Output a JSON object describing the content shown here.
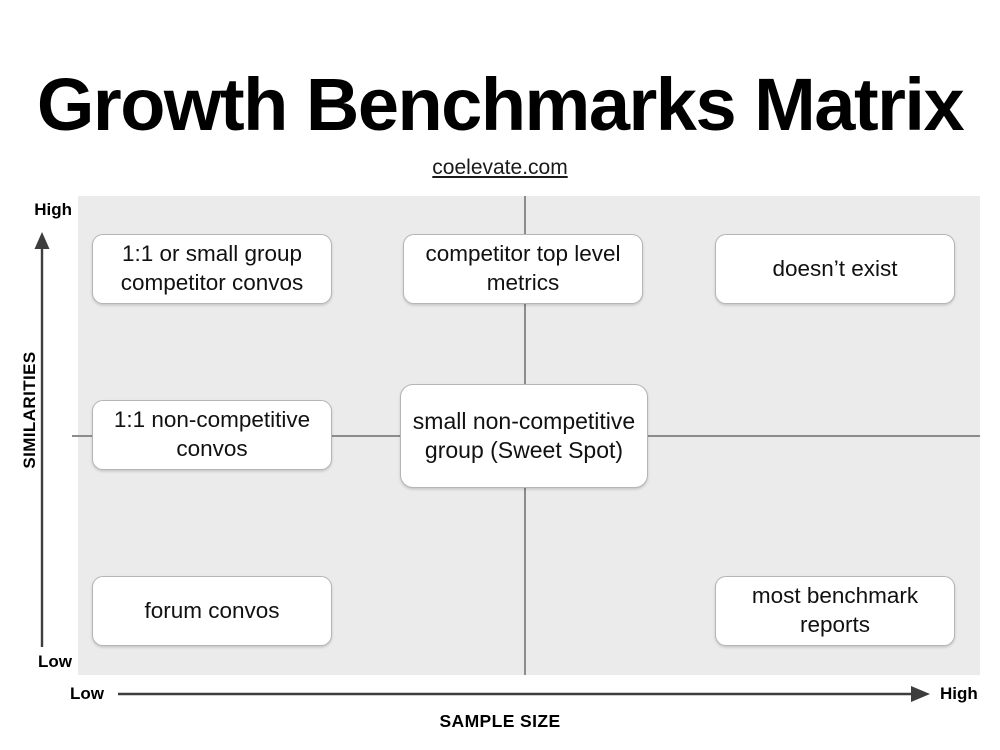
{
  "header": {
    "title": "Growth Benchmarks Matrix",
    "subtitle": "coelevate.com"
  },
  "axes": {
    "y": {
      "title": "SIMILARITIES",
      "high_label": "High",
      "low_label": "Low",
      "arrow_icon": "arrow-up-icon"
    },
    "x": {
      "title": "SAMPLE SIZE",
      "low_label": "Low",
      "high_label": "High",
      "arrow_icon": "arrow-right-icon"
    }
  },
  "matrix": {
    "background_color": "#ebebeb",
    "divider_color": "#8c8c8c",
    "card_background": "#ffffff",
    "card_border_color": "#b5b5b5",
    "cards": [
      {
        "id": "top-left",
        "label": "1:1 or small group competitor convos"
      },
      {
        "id": "top-center",
        "label": "competitor top level metrics"
      },
      {
        "id": "top-right",
        "label": "doesn’t exist"
      },
      {
        "id": "middle-left",
        "label": "1:1 non-competitive convos"
      },
      {
        "id": "middle-center",
        "label": "small non-competitive group (Sweet Spot)"
      },
      {
        "id": "bottom-left",
        "label": "forum convos"
      },
      {
        "id": "bottom-right",
        "label": "most benchmark reports"
      }
    ]
  },
  "chart_data": {
    "type": "scatter",
    "title": "Growth Benchmarks Matrix",
    "subtitle": "coelevate.com",
    "xlabel": "SAMPLE SIZE",
    "ylabel": "SIMILARITIES",
    "xlim": [
      "Low",
      "High"
    ],
    "ylim": [
      "Low",
      "High"
    ],
    "grid": false,
    "legend": "none",
    "quadrant_dividers": {
      "x": 0.5,
      "y": 0.5
    },
    "annotations": [
      {
        "label": "1:1 or small group competitor convos",
        "x": 0.15,
        "y": 0.85,
        "sample_size": "low",
        "similarities": "high"
      },
      {
        "label": "competitor top level metrics",
        "x": 0.5,
        "y": 0.85,
        "sample_size": "medium",
        "similarities": "high"
      },
      {
        "label": "doesn’t exist",
        "x": 0.85,
        "y": 0.85,
        "sample_size": "high",
        "similarities": "high"
      },
      {
        "label": "1:1 non-competitive convos",
        "x": 0.15,
        "y": 0.5,
        "sample_size": "low",
        "similarities": "medium"
      },
      {
        "label": "small non-competitive group (Sweet Spot)",
        "x": 0.5,
        "y": 0.5,
        "sample_size": "medium",
        "similarities": "medium"
      },
      {
        "label": "forum convos",
        "x": 0.15,
        "y": 0.15,
        "sample_size": "low",
        "similarities": "low"
      },
      {
        "label": "most benchmark reports",
        "x": 0.85,
        "y": 0.15,
        "sample_size": "high",
        "similarities": "low"
      }
    ]
  }
}
